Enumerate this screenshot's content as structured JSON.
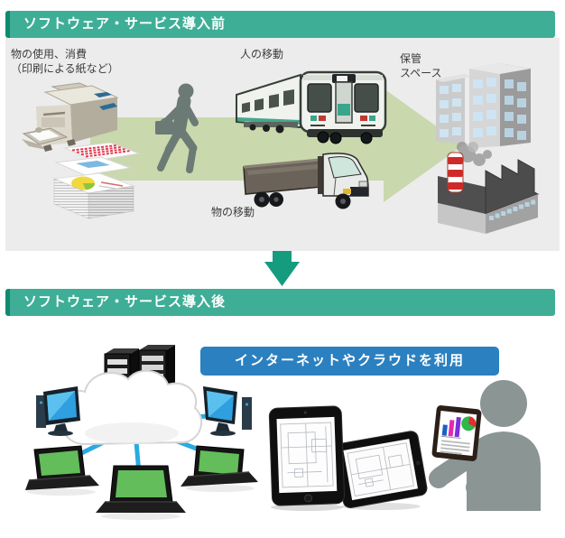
{
  "colors": {
    "header_bar": "#3fae96",
    "header_accent": "#0f8a6e",
    "panel_gray": "#ececec",
    "flow_arrow_green": "#c9d8ad",
    "down_arrow_teal": "#159c7e",
    "banner_blue": "#2b80c0",
    "network_link_blue": "#29abe2",
    "laptop_screen_green": "#63bd5a",
    "monitor_screen_blue": "#2f9fe0"
  },
  "before_section": {
    "title": "ソフトウェア・サービス導入前",
    "labels": {
      "consumption_line1": "物の使用、消費",
      "consumption_line2": "（印刷による紙など）",
      "people_movement": "人の移動",
      "goods_movement": "物の移動",
      "storage_line1": "保管",
      "storage_line2": "スペース"
    },
    "icons": [
      "printer-icon",
      "paper-stack-icon",
      "walking-person-icon",
      "train-icon",
      "truck-icon",
      "office-building-icon",
      "factory-icon",
      "flow-arrow-icon"
    ]
  },
  "transition": {
    "icon": "down-arrow-icon"
  },
  "after_section": {
    "title": "ソフトウェア・サービス導入後",
    "banner_label": "インターネットやクラウドを利用",
    "icons": [
      "server-cloud-icon",
      "desktop-monitor-icon",
      "laptop-icon",
      "tablet-icon",
      "person-with-tablet-icon"
    ]
  }
}
